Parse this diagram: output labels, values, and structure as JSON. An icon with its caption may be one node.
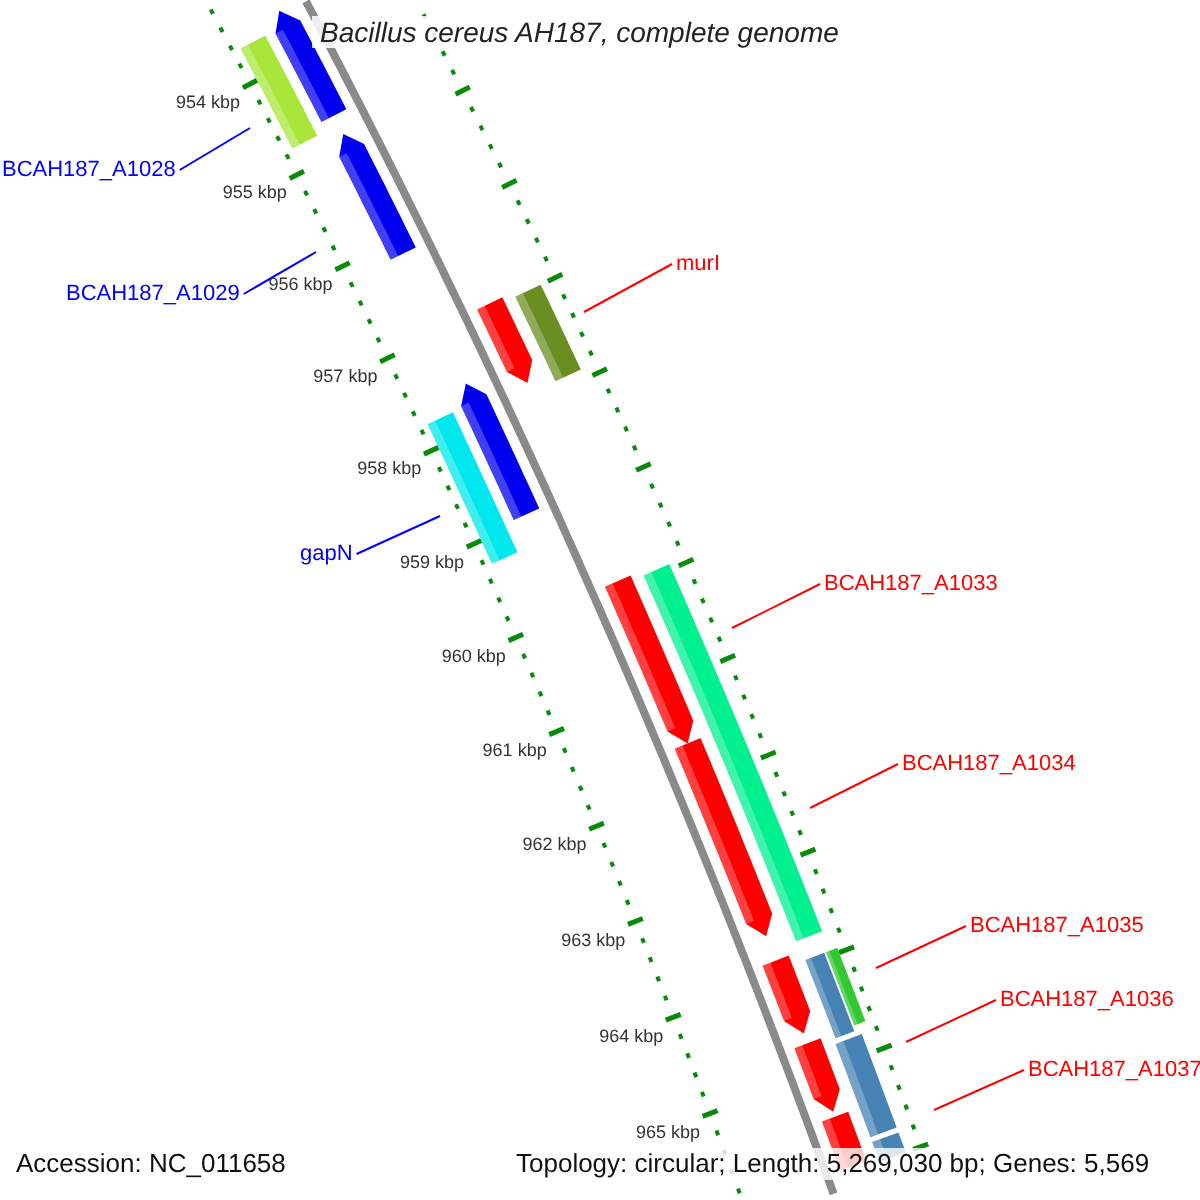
{
  "diagram": {
    "title": "Bacillus cereus AH187, complete genome",
    "nodes": [
      {
        "text": [
          "BCAH187_A1028"
        ]
      },
      {
        "text": [
          "BCAH187_A1029"
        ]
      },
      {
        "text": [
          "gapN"
        ]
      },
      {
        "text": [
          "murI"
        ]
      },
      {
        "text": [
          "BCAH187_A1033"
        ]
      },
      {
        "text": [
          "BCAH187_A1034"
        ]
      },
      {
        "text": [
          "BCAH187_A1035"
        ]
      },
      {
        "text": [
          "BCAH187_A1036"
        ]
      },
      {
        "text": [
          "BCAH187_A1037"
        ]
      }
    ],
    "edges": [
      {
        "from": 0,
        "to": null,
        "arrow": "none",
        "color": "#0000ff"
      },
      {
        "from": 1,
        "to": null,
        "arrow": "none",
        "color": "#0000ff"
      },
      {
        "from": 2,
        "to": null,
        "arrow": "none",
        "color": "#0000ff"
      },
      {
        "from": 3,
        "to": null,
        "arrow": "none"
      },
      {
        "from": 4,
        "to": null,
        "arrow": "none"
      },
      {
        "from": 5,
        "to": null,
        "arrow": "none"
      },
      {
        "from": 6,
        "to": null,
        "arrow": "none"
      },
      {
        "from": 7,
        "to": null,
        "arrow": "none"
      },
      {
        "from": 8,
        "to": null,
        "arrow": "none"
      }
    ],
    "labels": [
      "954 kbp",
      "955 kbp",
      "956 kbp",
      "957 kbp",
      "958 kbp",
      "959 kbp",
      "960 kbp",
      "961 kbp",
      "962 kbp",
      "963 kbp",
      "964 kbp",
      "965 kbp",
      "Accession: NC_011658",
      "Topology: circular; Length: 5,269,030 bp; Genes: 5,569"
    ]
  }
}
